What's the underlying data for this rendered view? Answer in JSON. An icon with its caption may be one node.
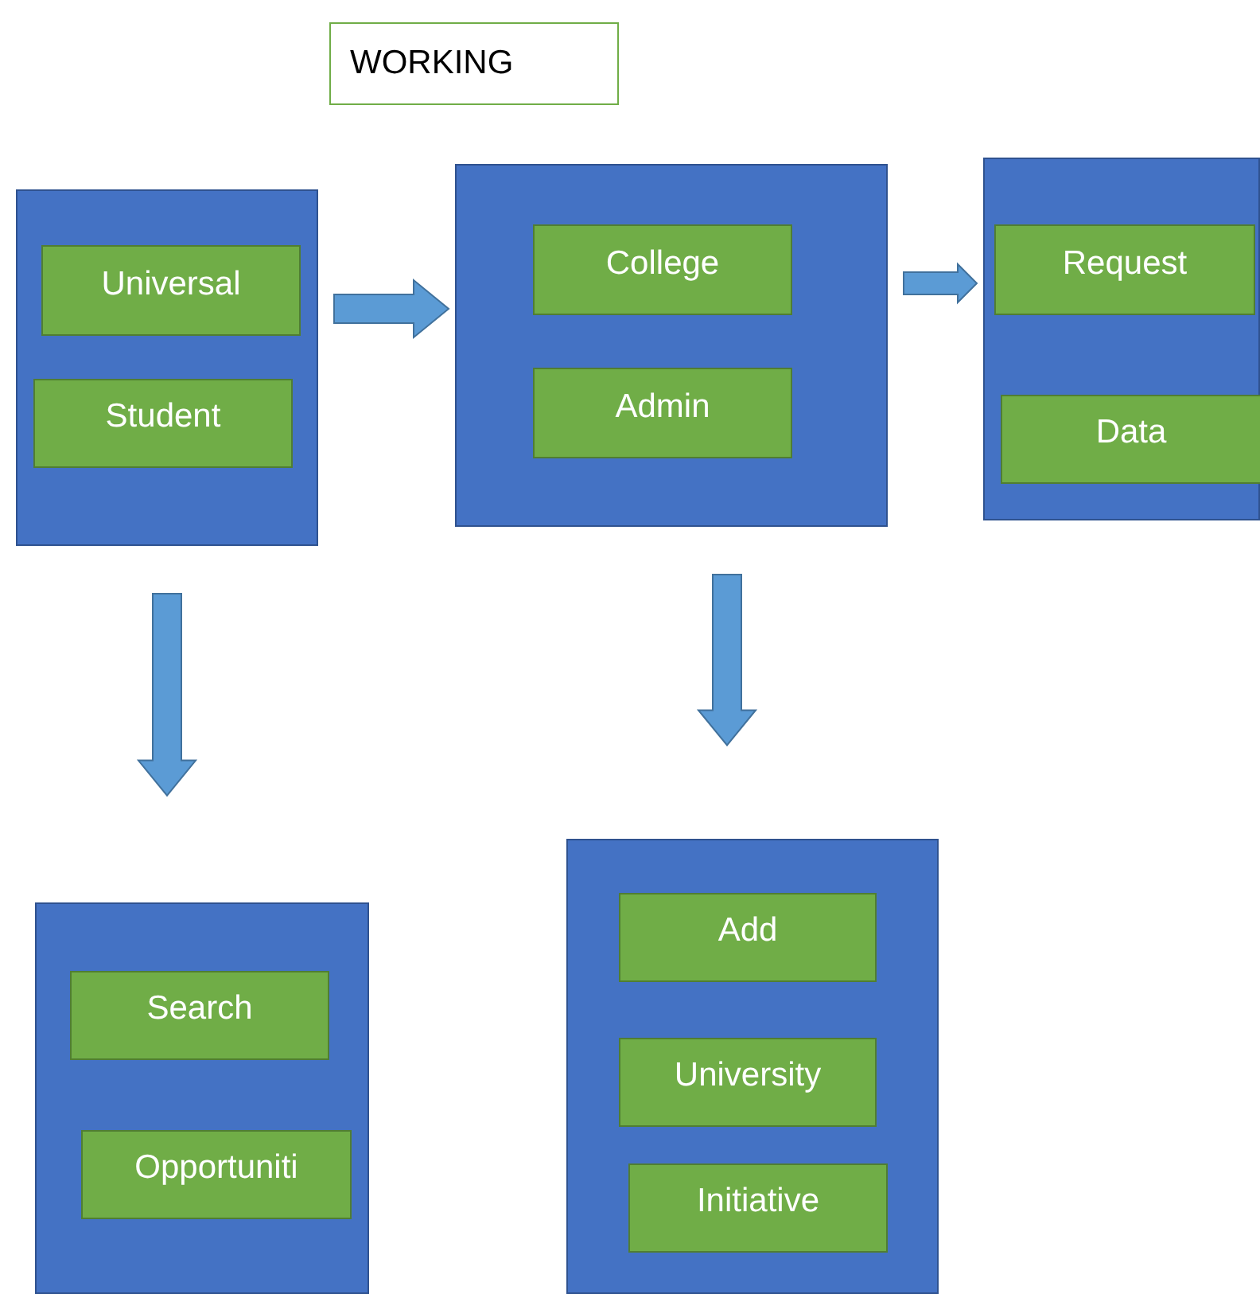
{
  "diagram": {
    "nodes": [
      {
        "text": [
          "WORKING"
        ]
      },
      {
        "text": [],
        "shape": "box"
      },
      {
        "text": [
          "Universal"
        ],
        "in": 1
      },
      {
        "text": [
          "Student"
        ],
        "in": 1
      },
      {
        "text": [],
        "shape": "box"
      },
      {
        "text": [
          "College"
        ],
        "in": 4
      },
      {
        "text": [
          "Admin"
        ],
        "in": 4
      },
      {
        "text": [],
        "shape": "box"
      },
      {
        "text": [
          "Request"
        ],
        "in": 7
      },
      {
        "text": [
          "Data"
        ],
        "in": 7
      },
      {
        "text": [],
        "shape": "box"
      },
      {
        "text": [
          "Search"
        ],
        "in": 10
      },
      {
        "text": [
          "Opportuniti"
        ],
        "in": 10
      },
      {
        "text": [],
        "shape": "box"
      },
      {
        "text": [
          "Add"
        ],
        "in": 13
      },
      {
        "text": [
          "University"
        ],
        "in": 13
      },
      {
        "text": [
          "Initiative"
        ],
        "in": 13
      }
    ],
    "edges": [
      {
        "from": 1,
        "to": 4,
        "arrow": "to"
      },
      {
        "from": 4,
        "to": 7,
        "arrow": "to"
      },
      {
        "from": 1,
        "to": 10,
        "arrow": "to"
      },
      {
        "from": 4,
        "to": 13,
        "arrow": "to"
      }
    ]
  }
}
